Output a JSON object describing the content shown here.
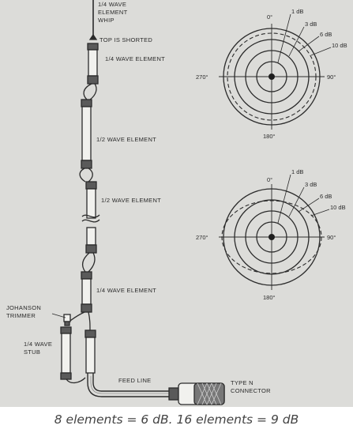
{
  "antenna": {
    "whip": [
      "1/4 WAVE",
      "ELEMENT",
      "WHIP"
    ],
    "top_shorted": "TOP IS SHORTED",
    "elements": [
      "1/4 WAVE ELEMENT",
      "1/2 WAVE ELEMENT",
      "1/2 WAVE ELEMENT",
      "1/4 WAVE ELEMENT"
    ],
    "trimmer": [
      "JOHANSON",
      "TRIMMER"
    ],
    "stub": [
      "1/4 WAVE",
      "STUB"
    ],
    "feed_line": "FEED LINE",
    "connector": [
      "TYPE N",
      "CONNECTOR"
    ]
  },
  "polar_patterns": [
    {
      "angles": {
        "top": "0°",
        "left": "270°",
        "right": "90°",
        "bottom": "180°"
      },
      "rings": [
        "1 dB",
        "3 dB",
        "6 dB",
        "10 dB"
      ]
    },
    {
      "angles": {
        "top": "0°",
        "left": "270°",
        "right": "90°",
        "bottom": "180°"
      },
      "rings": [
        "1 dB",
        "3 dB",
        "6 dB",
        "10 dB"
      ]
    }
  ],
  "caption": "8 elements = 6 dB. 16 elements = 9 dB"
}
